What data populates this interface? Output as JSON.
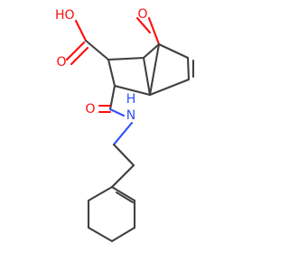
{
  "molecule": {
    "atoms": {
      "oh": "HO",
      "carbonyl_o_acid": "O",
      "bridge_o": "O",
      "amide_o": "O",
      "nh": "H",
      "n": "N"
    },
    "colors": {
      "bond": "#404040",
      "oxygen": "#ff0d0d",
      "nitrogen": "#3050f8",
      "background": "#ffffff"
    }
  }
}
